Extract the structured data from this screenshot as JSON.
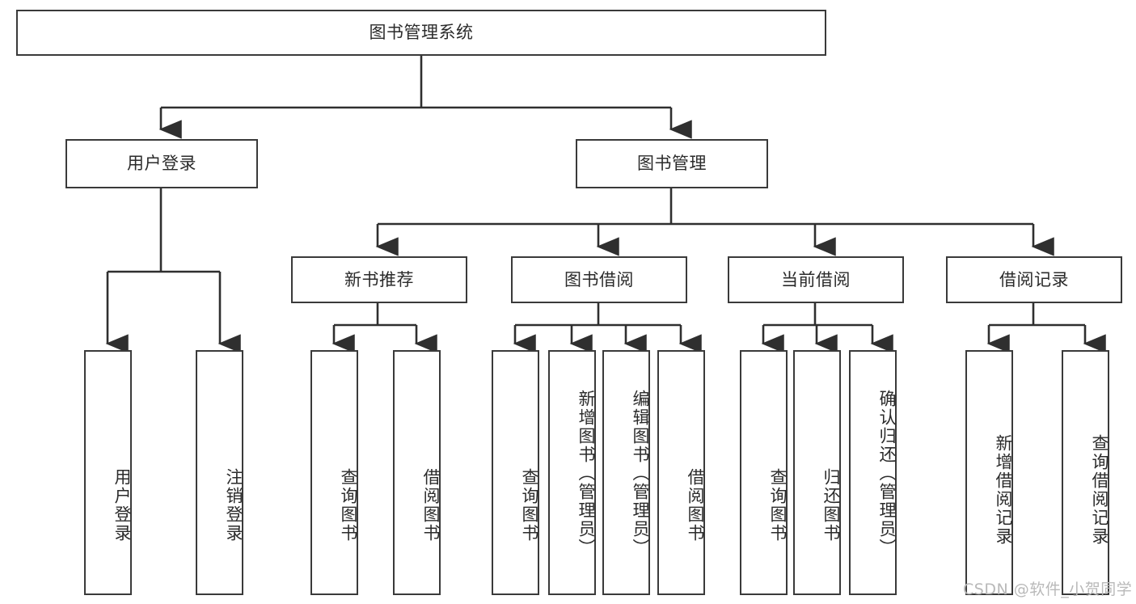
{
  "diagram": {
    "title": "图书管理系统",
    "watermark": "CSDN @软件_小贺同学",
    "root": {
      "label": "图书管理系统"
    },
    "level2": [
      {
        "id": "user-login",
        "label": "用户登录"
      },
      {
        "id": "book-manage",
        "label": "图书管理"
      }
    ],
    "level3": [
      {
        "id": "new-book-recommend",
        "label": "新书推荐"
      },
      {
        "id": "book-borrow",
        "label": "图书借阅"
      },
      {
        "id": "current-borrow",
        "label": "当前借阅"
      },
      {
        "id": "borrow-record",
        "label": "借阅记录"
      }
    ],
    "leaves": {
      "user_login": [
        {
          "id": "leaf-user-login",
          "label": "用户登录"
        },
        {
          "id": "leaf-user-logout",
          "label": "注销登录"
        }
      ],
      "new_book_recommend": [
        {
          "id": "leaf-query-book-1",
          "label": "查询图书"
        },
        {
          "id": "leaf-borrow-book-1",
          "label": "借阅图书"
        }
      ],
      "book_borrow": [
        {
          "id": "leaf-query-book-2",
          "label": "查询图书"
        },
        {
          "id": "leaf-add-book",
          "label": "新增图书（管理员）"
        },
        {
          "id": "leaf-edit-book",
          "label": "编辑图书（管理员）"
        },
        {
          "id": "leaf-borrow-book-2",
          "label": "借阅图书"
        }
      ],
      "current_borrow": [
        {
          "id": "leaf-query-book-3",
          "label": "查询图书"
        },
        {
          "id": "leaf-return-book",
          "label": "归还图书"
        },
        {
          "id": "leaf-confirm-return",
          "label": "确认归还（管理员）"
        }
      ],
      "borrow_record": [
        {
          "id": "leaf-add-record",
          "label": "新增借阅记录"
        },
        {
          "id": "leaf-query-record",
          "label": "查询借阅记录"
        }
      ]
    },
    "colors": {
      "stroke": "#3a3a3a",
      "text": "#2b2b2b",
      "background": "#ffffff",
      "watermark": "#b9b9b9"
    }
  }
}
